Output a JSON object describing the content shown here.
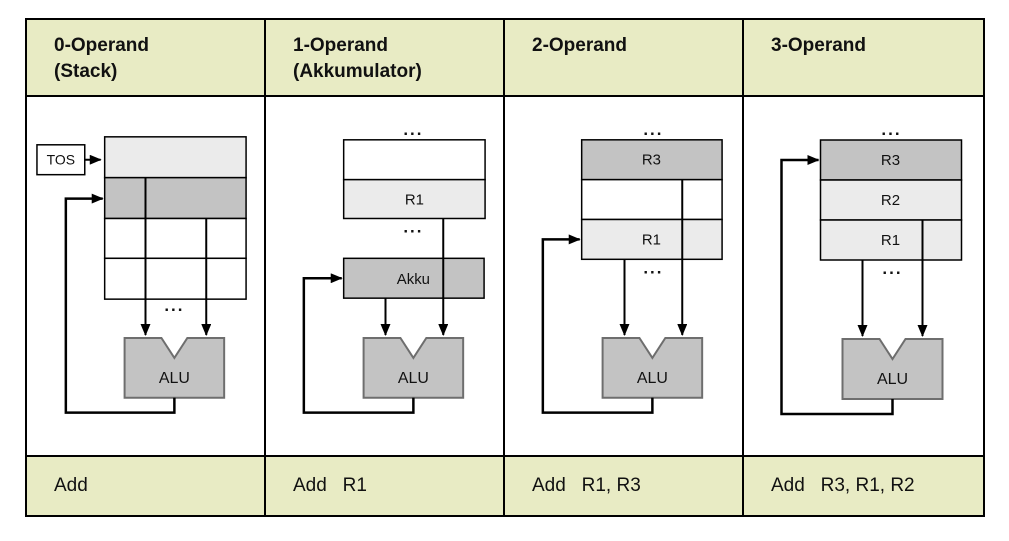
{
  "colors": {
    "header_bg": "#e8ebc4",
    "row_light": "#ebebeb",
    "row_mid": "#c3c3c3",
    "alu_fill": "#c3c3c3",
    "alu_border": "#6e6e6e",
    "line": "#000000"
  },
  "columns": [
    {
      "header": [
        "0-Operand",
        "(Stack)"
      ],
      "instruction": "Add",
      "labels": {
        "tos": "TOS",
        "dots_bottom": "...",
        "alu": "ALU"
      }
    },
    {
      "header": [
        "1-Operand",
        "(Akkumulator)"
      ],
      "instruction": "Add   R1",
      "labels": {
        "dots_top": "...",
        "r1": "R1",
        "dots_mid": "...",
        "akku": "Akku",
        "alu": "ALU"
      }
    },
    {
      "header": [
        "2-Operand"
      ],
      "instruction": "Add   R1, R3",
      "labels": {
        "dots_top": "...",
        "r3": "R3",
        "r1": "R1",
        "dots_mid": "...",
        "alu": "ALU"
      }
    },
    {
      "header": [
        "3-Operand"
      ],
      "instruction": "Add   R3, R1, R2",
      "labels": {
        "dots_top": "...",
        "r3": "R3",
        "r2": "R2",
        "r1": "R1",
        "dots_mid": "...",
        "alu": "ALU"
      }
    }
  ]
}
